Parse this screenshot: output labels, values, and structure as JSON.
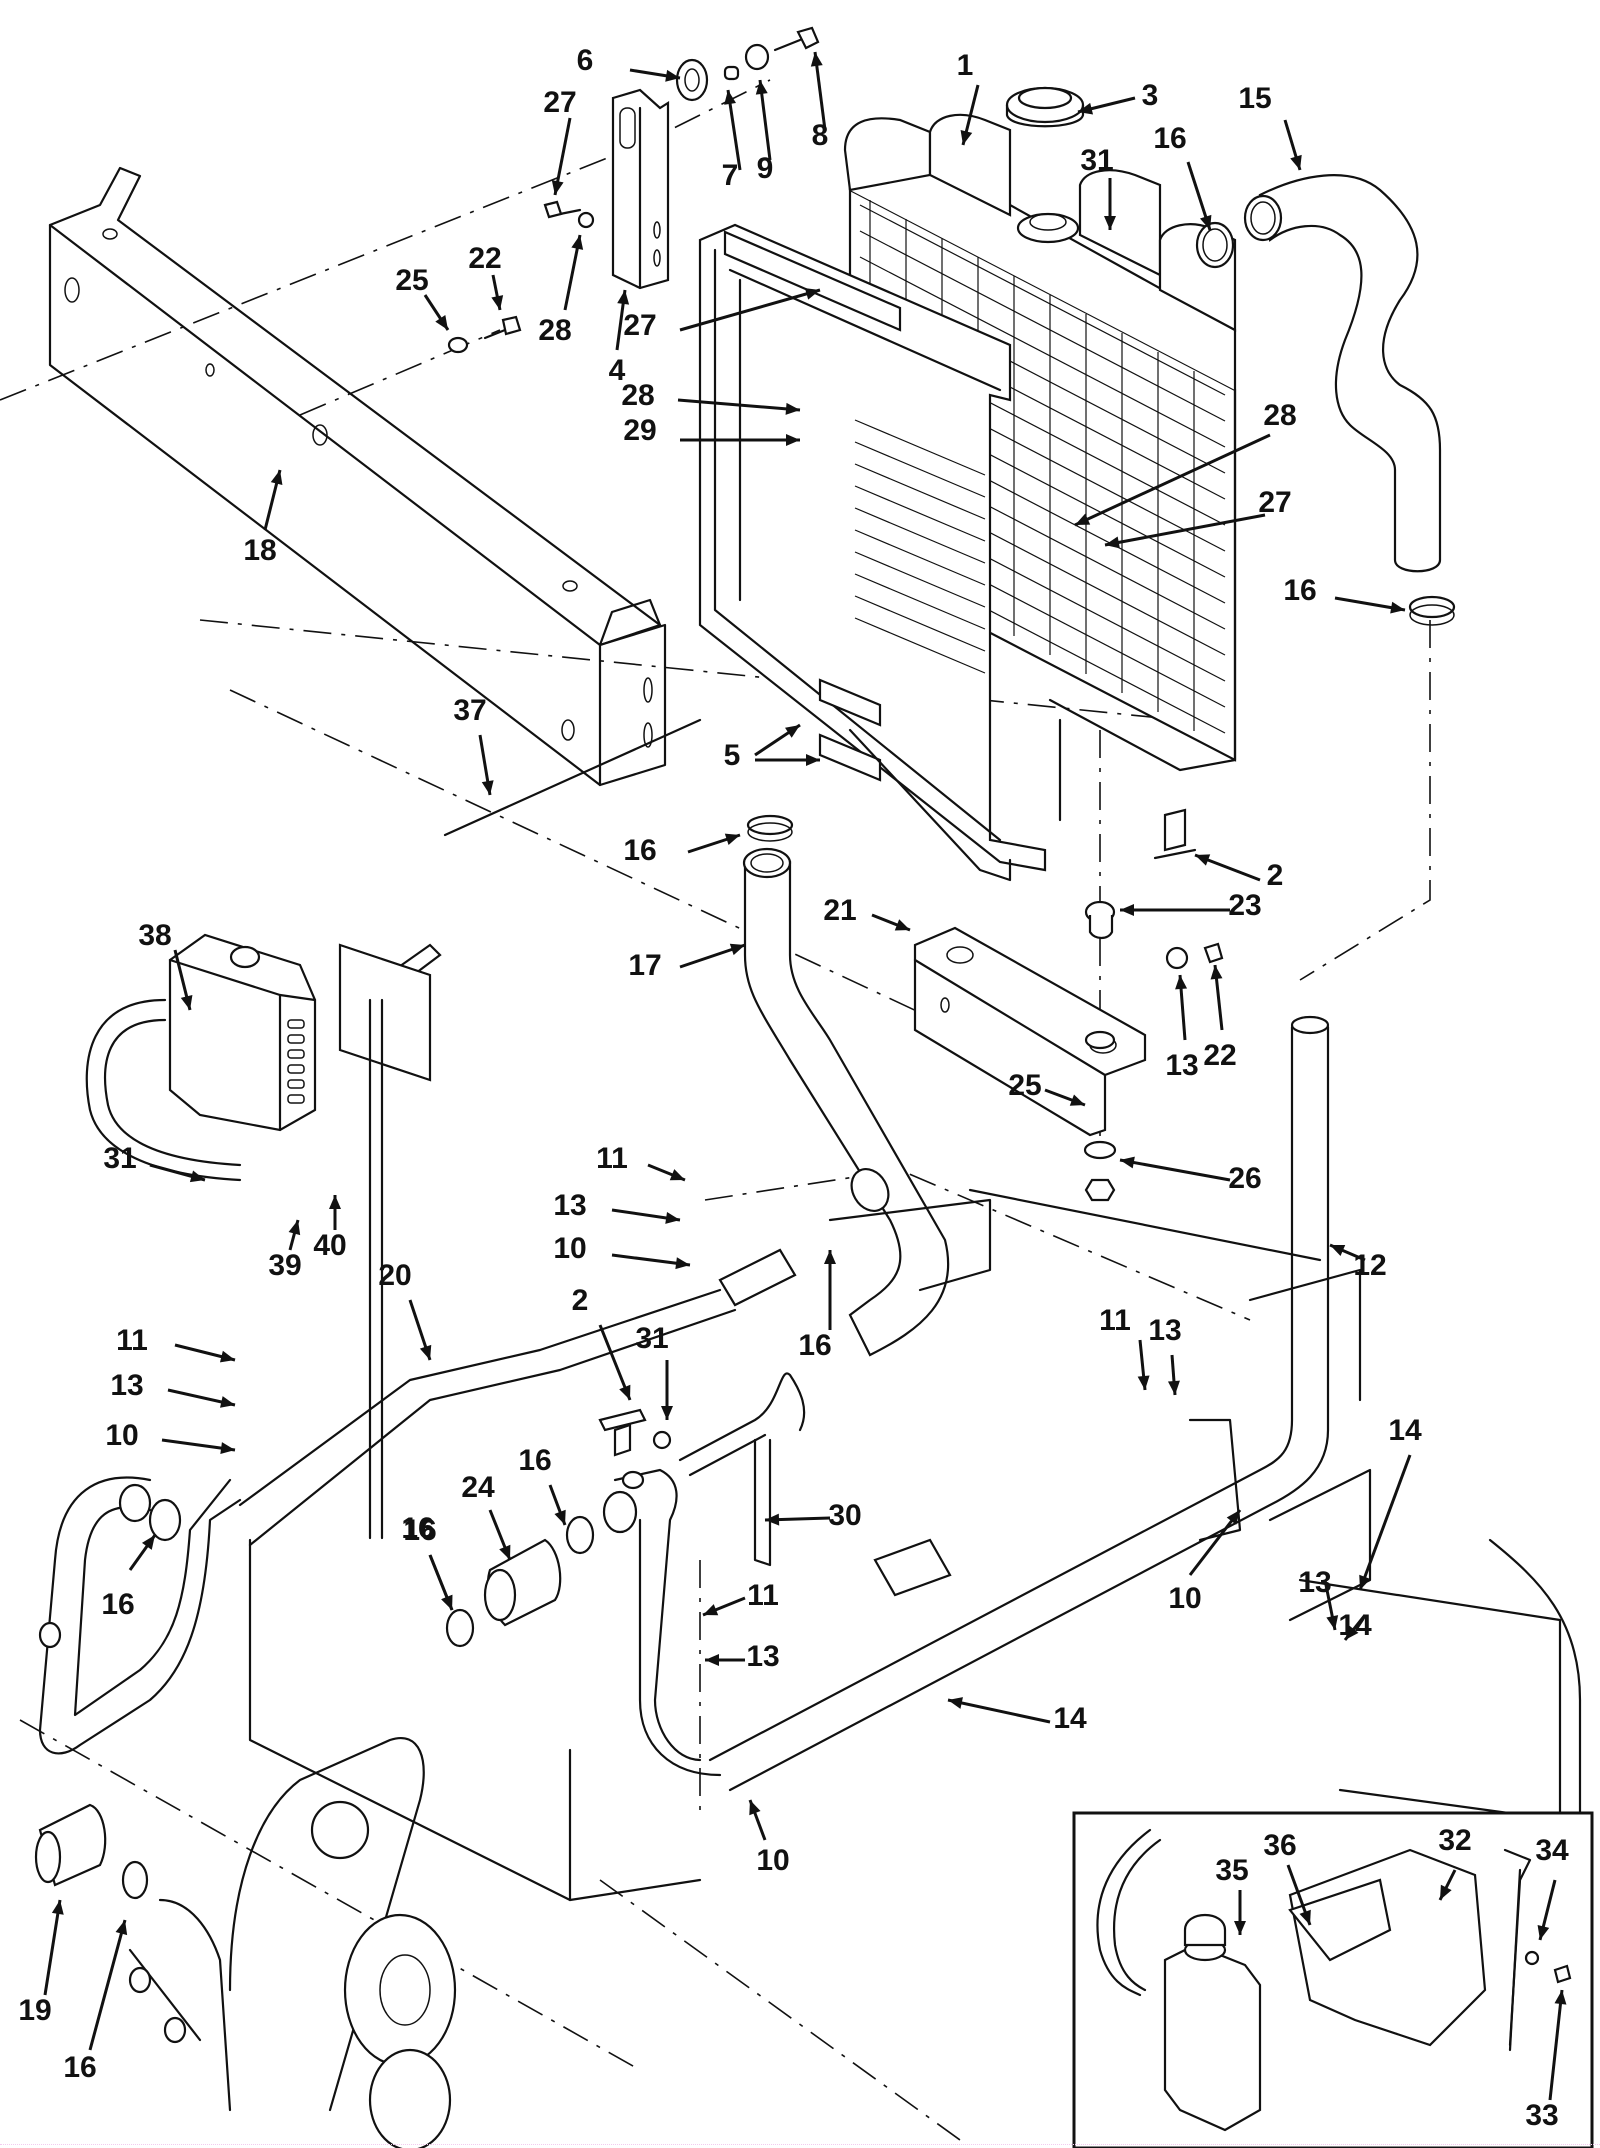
{
  "figure": {
    "kind": "exploded parts diagram",
    "subject": "radiator and coolant system",
    "inset_present": true
  },
  "callouts": [
    {
      "id": "c1",
      "label": "1",
      "part": "radiator"
    },
    {
      "id": "c3",
      "label": "3",
      "part": "radiator cap"
    },
    {
      "id": "c15",
      "label": "15",
      "part": "upper hose"
    },
    {
      "id": "c16a",
      "label": "16",
      "part": "hose clamp"
    },
    {
      "id": "c31a",
      "label": "31",
      "part": "clamp"
    },
    {
      "id": "c6",
      "label": "6",
      "part": "grommet"
    },
    {
      "id": "c7",
      "label": "7",
      "part": "spacer"
    },
    {
      "id": "c9",
      "label": "9",
      "part": "washer"
    },
    {
      "id": "c8",
      "label": "8",
      "part": "bolt"
    },
    {
      "id": "c27a",
      "label": "27",
      "part": "bolt"
    },
    {
      "id": "c28a",
      "label": "28",
      "part": "washer"
    },
    {
      "id": "c4",
      "label": "4",
      "part": "bracket"
    },
    {
      "id": "c25a",
      "label": "25",
      "part": "washer"
    },
    {
      "id": "c22a",
      "label": "22",
      "part": "bolt"
    },
    {
      "id": "c18",
      "label": "18",
      "part": "support"
    },
    {
      "id": "c27b",
      "label": "27",
      "part": "bolt"
    },
    {
      "id": "c28b",
      "label": "28",
      "part": "washer"
    },
    {
      "id": "c29",
      "label": "29",
      "part": "nut"
    },
    {
      "id": "c28c",
      "label": "28",
      "part": "washer"
    },
    {
      "id": "c27c",
      "label": "27",
      "part": "bolt"
    },
    {
      "id": "c16b",
      "label": "16",
      "part": "hose clamp"
    },
    {
      "id": "c37",
      "label": "37",
      "part": "overflow tube"
    },
    {
      "id": "c5",
      "label": "5",
      "part": "shroud brackets"
    },
    {
      "id": "c16c",
      "label": "16",
      "part": "hose clamp"
    },
    {
      "id": "c2a",
      "label": "2",
      "part": "drain valve"
    },
    {
      "id": "c21",
      "label": "21",
      "part": "mount bracket"
    },
    {
      "id": "c23",
      "label": "23",
      "part": "isolator"
    },
    {
      "id": "c17",
      "label": "17",
      "part": "lower hose"
    },
    {
      "id": "c13a",
      "label": "13",
      "part": "washer"
    },
    {
      "id": "c22b",
      "label": "22",
      "part": "bolt"
    },
    {
      "id": "c25b",
      "label": "25",
      "part": "washer"
    },
    {
      "id": "c26",
      "label": "26",
      "part": "nut"
    },
    {
      "id": "c38",
      "label": "38",
      "part": "coolant reservoir"
    },
    {
      "id": "c31b",
      "label": "31",
      "part": "clamp"
    },
    {
      "id": "c39",
      "label": "39",
      "part": "screw"
    },
    {
      "id": "c40",
      "label": "40",
      "part": "washer"
    },
    {
      "id": "c11a",
      "label": "11",
      "part": "bolt"
    },
    {
      "id": "c13b",
      "label": "13",
      "part": "washer"
    },
    {
      "id": "c10a",
      "label": "10",
      "part": "clip"
    },
    {
      "id": "c16d",
      "label": "16",
      "part": "hose clamp"
    },
    {
      "id": "c12",
      "label": "12",
      "part": "coolant tube"
    },
    {
      "id": "c20",
      "label": "20",
      "part": "coolant tube"
    },
    {
      "id": "c11b",
      "label": "11",
      "part": "bolt"
    },
    {
      "id": "c13c",
      "label": "13",
      "part": "washer"
    },
    {
      "id": "c10b",
      "label": "10",
      "part": "clip"
    },
    {
      "id": "c2b",
      "label": "2",
      "part": "drain valve"
    },
    {
      "id": "c31c",
      "label": "31",
      "part": "clamp"
    },
    {
      "id": "c11c",
      "label": "11",
      "part": "bolt"
    },
    {
      "id": "c13d",
      "label": "13",
      "part": "washer"
    },
    {
      "id": "c14a",
      "label": "14",
      "part": "nut"
    },
    {
      "id": "c16e",
      "label": "16",
      "part": "hose clamp"
    },
    {
      "id": "c24",
      "label": "24",
      "part": "hose"
    },
    {
      "id": "c16f",
      "label": "16",
      "part": "hose clamp"
    },
    {
      "id": "c30",
      "label": "30",
      "part": "tube"
    },
    {
      "id": "c10c",
      "label": "10",
      "part": "clip"
    },
    {
      "id": "c13e",
      "label": "13",
      "part": "washer"
    },
    {
      "id": "c14b",
      "label": "14",
      "part": "nut"
    },
    {
      "id": "c11d",
      "label": "11",
      "part": "bolt"
    },
    {
      "id": "c13f",
      "label": "13",
      "part": "washer"
    },
    {
      "id": "c14c",
      "label": "14",
      "part": "nut"
    },
    {
      "id": "c16g",
      "label": "16",
      "part": "hose clamp"
    },
    {
      "id": "c10d",
      "label": "10",
      "part": "clip"
    },
    {
      "id": "c16h",
      "label": "16",
      "part": "hose clamp"
    },
    {
      "id": "c19",
      "label": "19",
      "part": "hose"
    },
    {
      "id": "c16i",
      "label": "16",
      "part": "hose clamp"
    },
    {
      "id": "c36",
      "label": "36",
      "part": "strap"
    },
    {
      "id": "c32",
      "label": "32",
      "part": "tank bracket"
    },
    {
      "id": "c35",
      "label": "35",
      "part": "coolant tank"
    },
    {
      "id": "c34",
      "label": "34",
      "part": "washer"
    },
    {
      "id": "c33",
      "label": "33",
      "part": "screw"
    }
  ]
}
